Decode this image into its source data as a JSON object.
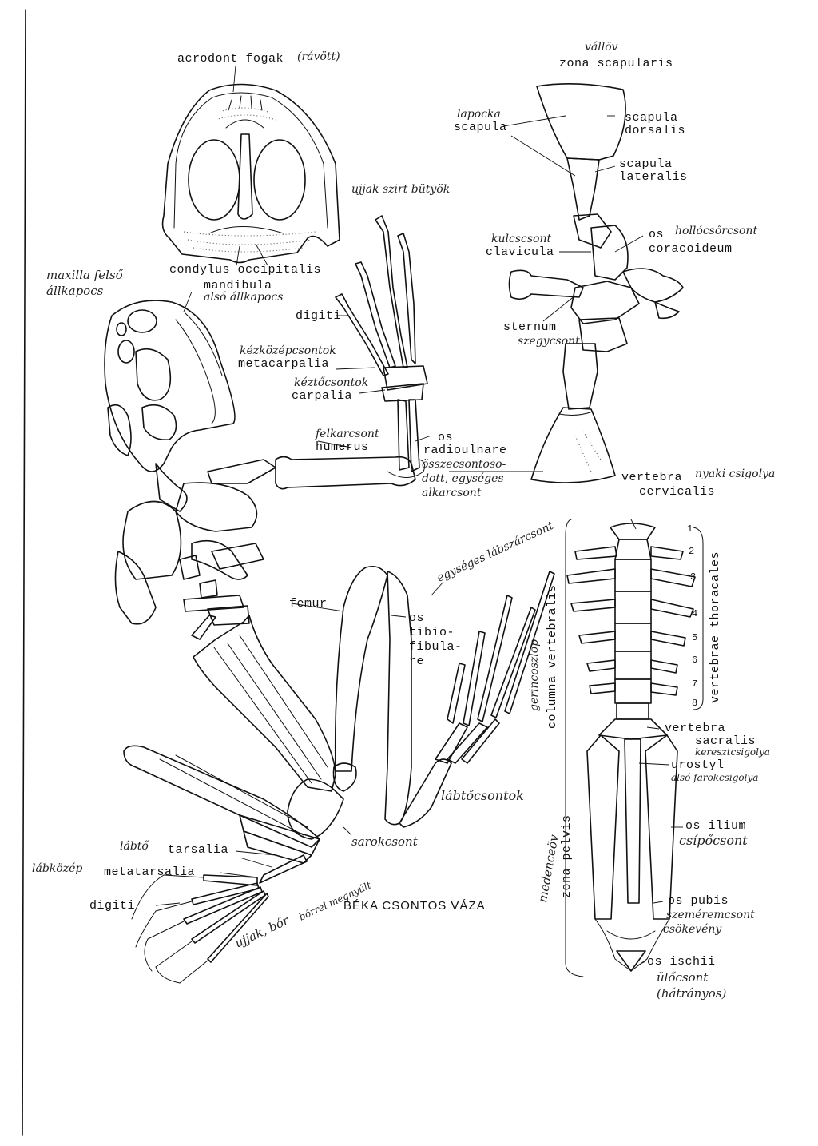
{
  "title": "BÉKA CSONTOS VÁZA",
  "skull": {
    "acrodont": "acrodont fogak",
    "acrodont_hw": "(rávött)",
    "condylus": "condylus occipitalis"
  },
  "head_side": {
    "maxilla_hw": "maxilla felső állkapocs",
    "mandibula": "mandibula",
    "mandibula_hw": "alsó állkapocs"
  },
  "forelimb": {
    "digiti_hw": "ujjak szirt bütyök",
    "digiti": "digiti",
    "metacarpalia_hw": "kézközépcsontok",
    "metacarpalia": "metacarpalia",
    "carpalia_hw": "kéztőcsontok",
    "carpalia": "carpalia",
    "humerus_hw": "felkarcsont",
    "humerus": "humerus",
    "radioulnare_1": "os",
    "radioulnare_2": "radioulnare",
    "radioulnare_hw1": "összecsontoso-",
    "radioulnare_hw2": "dott, egységes",
    "radioulnare_hw3": "alkarcsont"
  },
  "shoulder": {
    "vallov_hw": "vállöv",
    "zona": "zona scapularis",
    "lapocka_hw": "lapocka",
    "scapula": "scapula",
    "scapula_dorsalis_1": "scapula",
    "scapula_dorsalis_2": "dorsalis",
    "scapula_lateralis_1": "scapula",
    "scapula_lateralis_2": "lateralis",
    "kulcscsont_hw": "kulcscsont",
    "clavicula": "clavicula",
    "coracoid_1": "os",
    "coracoid_hw": "hollócsőrcsont",
    "coracoid_2": "coracoideum",
    "sternum": "sternum",
    "sternum_hw": "szegycsont"
  },
  "vertebral": {
    "cervicalis_1": "vertebra",
    "cervicalis_hw": "nyaki csigolya",
    "cervicalis_2": "cervicalis",
    "thoracales": "vertebrae thoracales",
    "columna": "columna vertebralis",
    "gerinc_hw": "gerincoszlop",
    "sacralis_1": "vertebra",
    "sacralis_2": "sacralis",
    "sacralis_hw": "keresztcsigolya",
    "urostyl": "urostyl",
    "urostyl_hw": "alsó farokcsigolya",
    "numbers": [
      "1",
      "2",
      "3",
      "4",
      "5",
      "6",
      "7",
      "8"
    ]
  },
  "pelvis": {
    "medenceov_hw": "medenceöv",
    "zona_pelvis": "zona pelvis",
    "ilium": "os ilium",
    "ilium_hw": "csípőcsont",
    "pubis": "os pubis",
    "pubis_hw1": "szeméremcsont",
    "pubis_hw2": "csökevény",
    "ischii": "os ischii",
    "ischii_hw1": "ülőcsont",
    "ischii_hw2": "(hátrányos)"
  },
  "hindlimb": {
    "femur": "femur",
    "egyseges_hw": "egységes lábszárcsont",
    "tibio_1": "os",
    "tibio_2": "tibio-",
    "tibio_3": "fibula-",
    "tibio_4": "re",
    "labtocsont_hw": "lábtőcsontok",
    "sarok_hw": "sarokcsont",
    "tarsalia_hw": "lábtő",
    "tarsalia": "tarsalia",
    "metatarsalia_hw": "lábközép",
    "metatarsalia": "metatarsalia",
    "digiti": "digiti",
    "ujjak_hw": "ujjak, bőr",
    "hozzaragadt_hw": "bőrrel megnyúlt"
  }
}
